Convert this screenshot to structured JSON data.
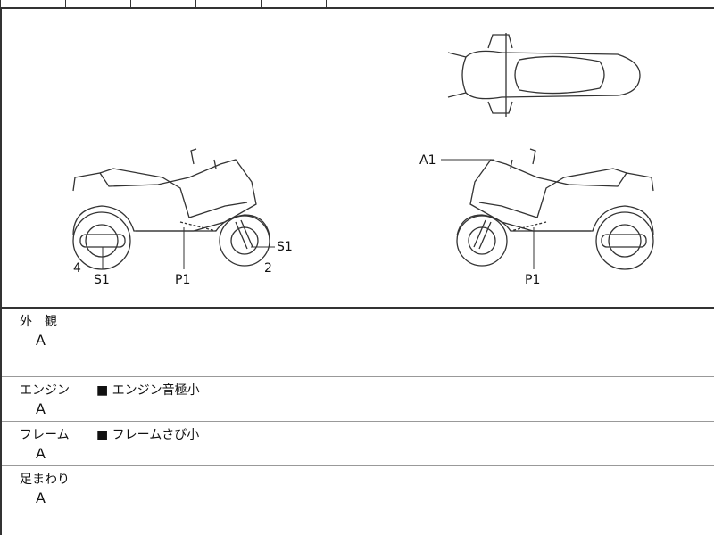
{
  "diagram_labels": {
    "left_4": "4",
    "left_s1_rear": "S1",
    "left_p1": "P1",
    "left_2": "2",
    "left_s1_front": "S1",
    "right_a1": "A1",
    "right_p1": "P1"
  },
  "sections": [
    {
      "title": "外　観",
      "grade": "A",
      "note": ""
    },
    {
      "title": "エンジン",
      "grade": "A",
      "note": "■ エンジン音極小"
    },
    {
      "title": "フレーム",
      "grade": "A",
      "note": "■ フレームさび小"
    },
    {
      "title": "足まわり",
      "grade": "A",
      "note": ""
    }
  ]
}
